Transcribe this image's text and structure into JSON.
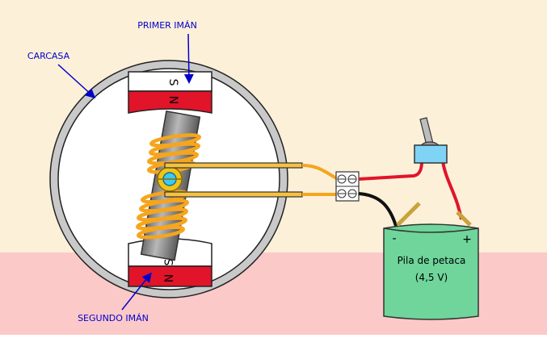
{
  "labels": {
    "first_magnet": "PRIMER IMÁN",
    "housing": "CARCASA",
    "second_magnet": "SEGUNDO IMÁN"
  },
  "magnets": {
    "top_inner_pole": "S",
    "top_outer_pole": "N",
    "bottom_inner_pole": "S",
    "bottom_outer_pole": "N"
  },
  "battery": {
    "name": "Pila de petaca",
    "voltage": "(4,5 V)",
    "negative": "-",
    "positive": "+"
  },
  "colors": {
    "background_top": "#fcf0d9",
    "background_bottom": "#fcc9c9",
    "housing": "#c9c9c9",
    "magnet_red": "#e1142a",
    "coil_orange": "#f5a51e",
    "battery_green": "#6fd59b",
    "label_blue": "#0000cc",
    "switch_blue": "#7fd3f5"
  }
}
